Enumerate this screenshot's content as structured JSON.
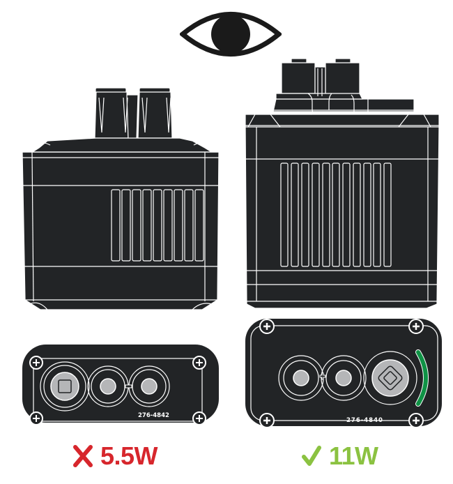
{
  "header": {
    "icon": "eye-icon",
    "description": "Viewing direction indicator"
  },
  "colors": {
    "body": "#222426",
    "outline": "#ffffff",
    "contact_fill": "#b5b6b8",
    "indicator_green": "#0f9245",
    "bad": "#d7262c",
    "good": "#8bc241"
  },
  "left_device": {
    "name": "Battery (side view)",
    "vent_slots": 9,
    "port_view": {
      "part_number": "276-4842",
      "contacts": [
        "square-contact",
        "round-contact",
        "round-contact"
      ],
      "screws": 4
    },
    "caption": {
      "icon": "x-icon",
      "label": "5.5W",
      "status": "incompatible"
    }
  },
  "right_device": {
    "name": "Battery (side view)",
    "vent_slots": 11,
    "port_view": {
      "part_number": "276-4840",
      "contacts": [
        "round-contact",
        "round-contact",
        "square-contact"
      ],
      "screws": 4,
      "indicator": "green-arc"
    },
    "caption": {
      "icon": "check-icon",
      "label": "11W",
      "status": "compatible"
    }
  }
}
